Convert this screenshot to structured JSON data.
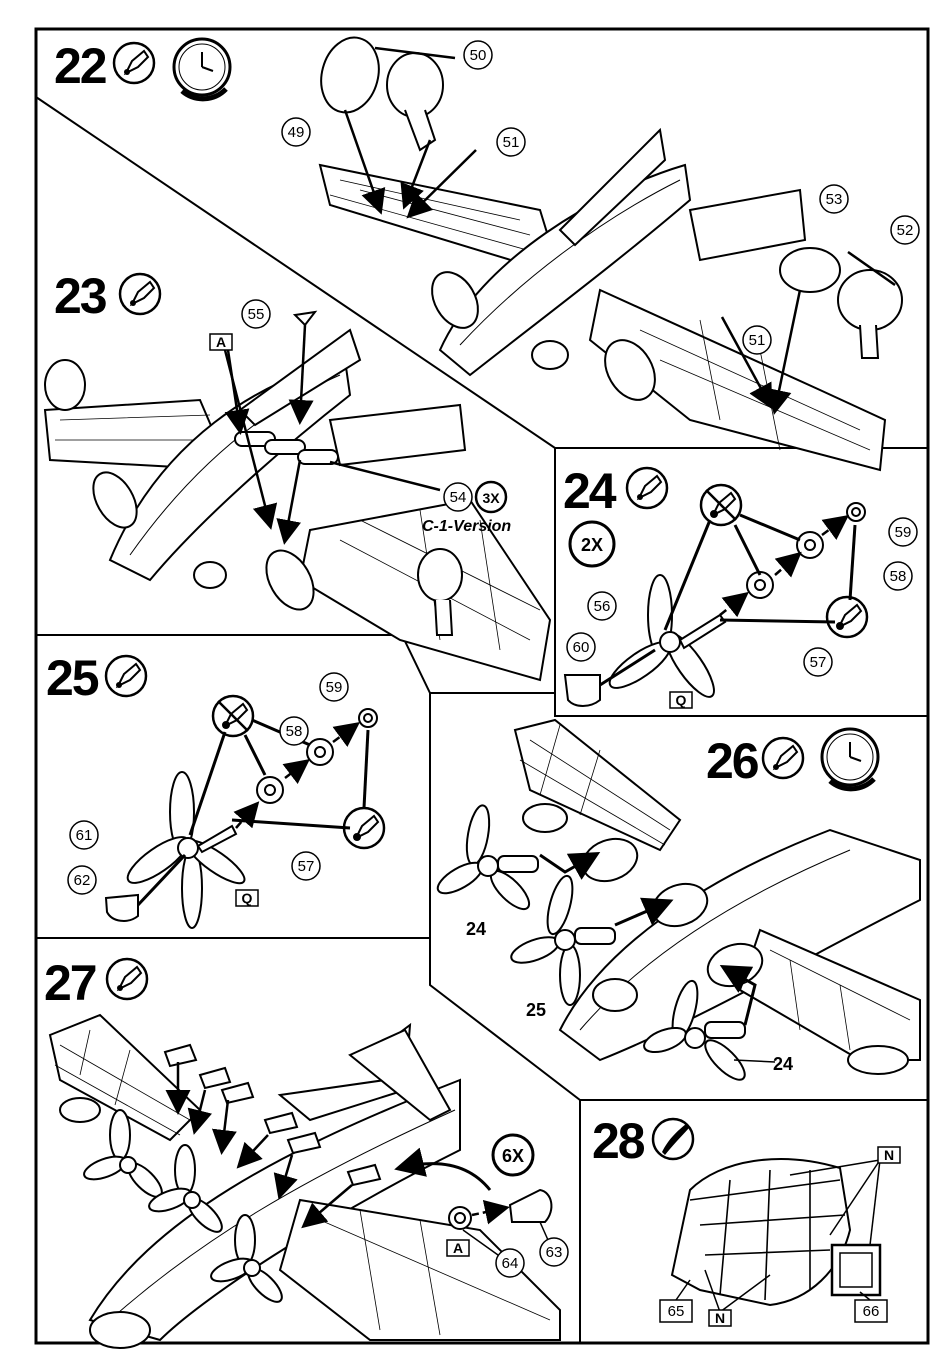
{
  "steps": [
    {
      "number": "22",
      "parts": [
        "49",
        "50",
        "51",
        "51",
        "52",
        "53"
      ]
    },
    {
      "number": "23",
      "parts": [
        "55",
        "54"
      ],
      "multiplier": "3X",
      "note": "C-1-Version",
      "codes": [
        "A"
      ]
    },
    {
      "number": "24",
      "multiplier": "2X",
      "parts": [
        "56",
        "57",
        "58",
        "59",
        "60"
      ],
      "codes": [
        "Q"
      ]
    },
    {
      "number": "25",
      "parts": [
        "57",
        "58",
        "59",
        "61",
        "62"
      ],
      "codes": [
        "Q"
      ]
    },
    {
      "number": "26",
      "labels": [
        "24",
        "25",
        "24"
      ]
    },
    {
      "number": "27",
      "multiplier": "6X",
      "parts": [
        "63",
        "64"
      ],
      "codes": [
        "A"
      ]
    },
    {
      "number": "28",
      "parts": [
        "65",
        "66"
      ],
      "codes": [
        "N",
        "N"
      ]
    }
  ],
  "icons": [
    "glue-icon",
    "no-glue-icon",
    "clock-icon",
    "paint-brush-icon"
  ],
  "colors": {
    "ink": "#000000",
    "paper": "#ffffff"
  }
}
